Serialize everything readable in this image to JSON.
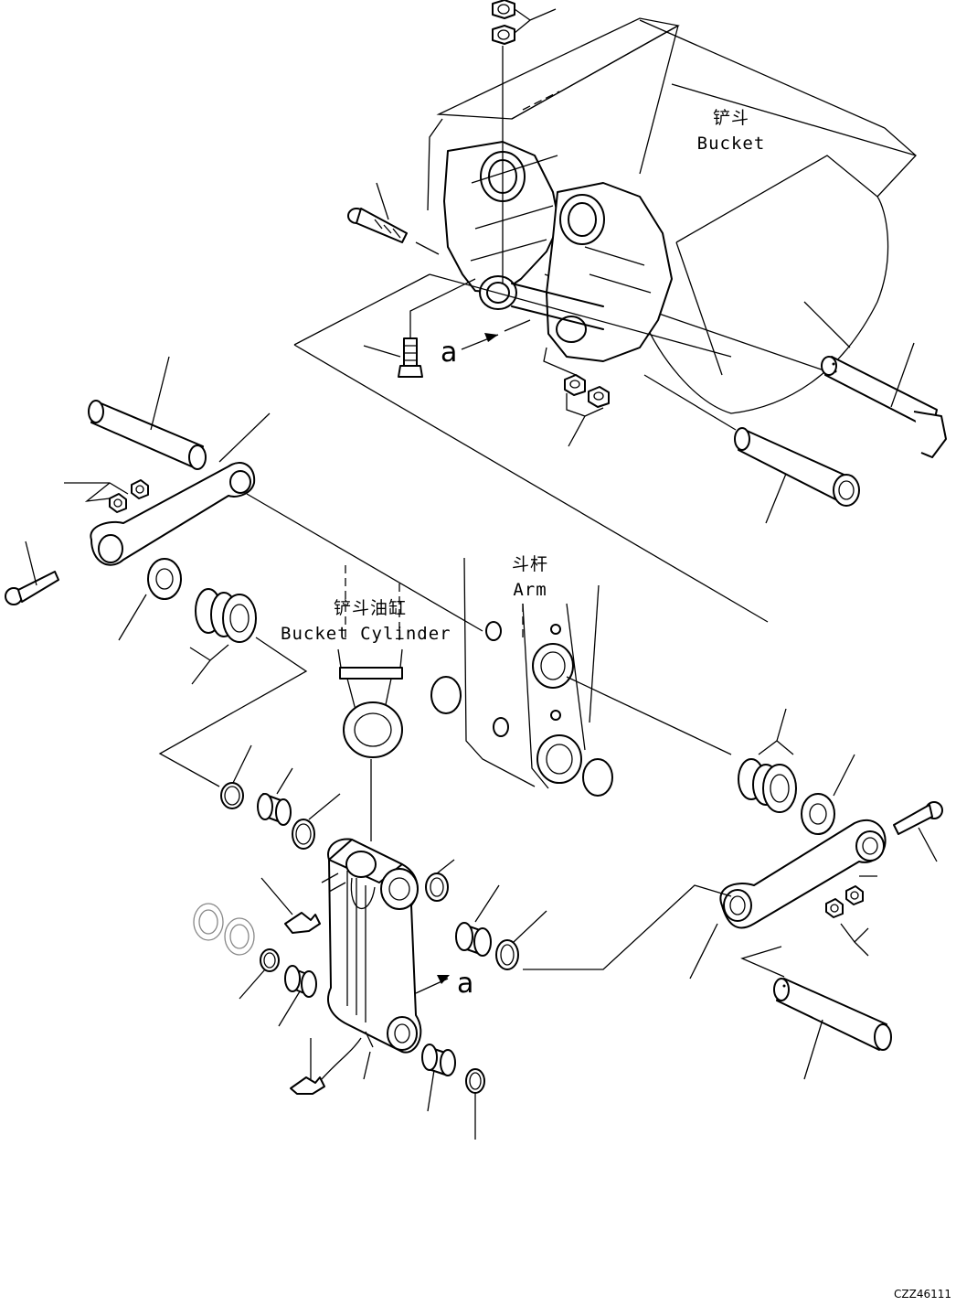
{
  "labels": {
    "bucket_cn": "铲斗",
    "bucket_en": "Bucket",
    "arm_cn": "斗杆",
    "arm_en": "Arm",
    "cylinder_cn": "铲斗油缸",
    "cylinder_en": "Bucket Cylinder",
    "view_arrow_top": "a",
    "view_arrow_bottom": "a"
  },
  "drawing_code": "CZZ46111"
}
